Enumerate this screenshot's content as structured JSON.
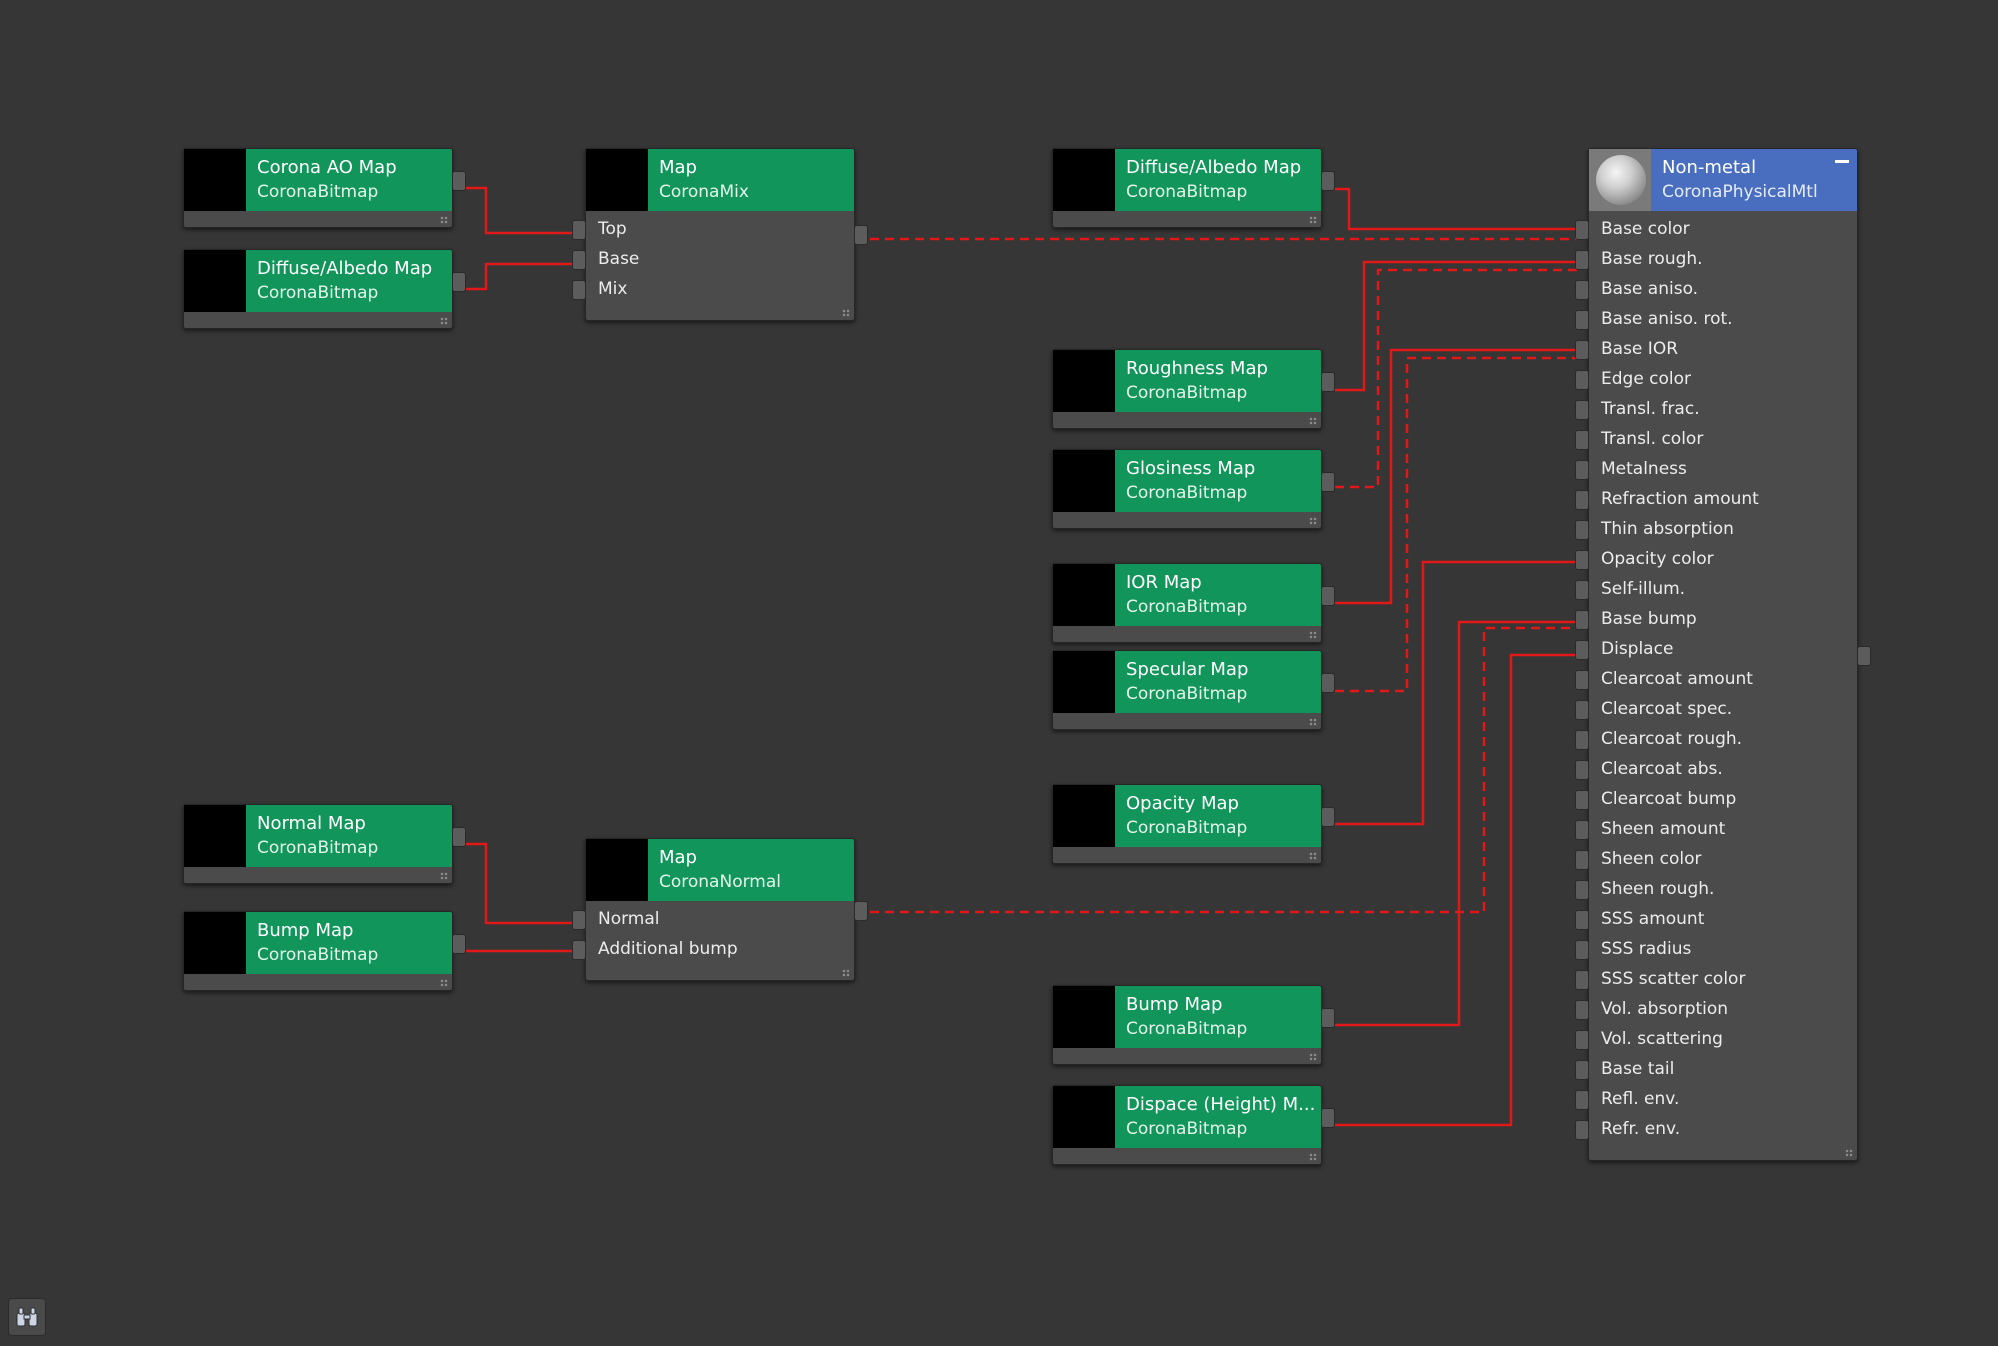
{
  "nodes": {
    "ao_map": {
      "title": "Corona AO Map",
      "subtitle": "CoronaBitmap"
    },
    "diffuse_left": {
      "title": "Diffuse/Albedo Map",
      "subtitle": "CoronaBitmap"
    },
    "mix_map": {
      "title": "Map",
      "subtitle": "CoronaMix",
      "inputs": [
        "Top",
        "Base",
        "Mix"
      ]
    },
    "normal_map": {
      "title": "Normal Map",
      "subtitle": "CoronaBitmap"
    },
    "bump_left": {
      "title": "Bump Map",
      "subtitle": "CoronaBitmap"
    },
    "normal_node": {
      "title": "Map",
      "subtitle": "CoronaNormal",
      "inputs": [
        "Normal",
        "Additional bump"
      ]
    },
    "diffuse_right": {
      "title": "Diffuse/Albedo Map",
      "subtitle": "CoronaBitmap"
    },
    "roughness": {
      "title": "Roughness Map",
      "subtitle": "CoronaBitmap"
    },
    "glossiness": {
      "title": "Glosiness Map",
      "subtitle": "CoronaBitmap"
    },
    "ior": {
      "title": "IOR Map",
      "subtitle": "CoronaBitmap"
    },
    "specular": {
      "title": "Specular Map",
      "subtitle": "CoronaBitmap"
    },
    "opacity": {
      "title": "Opacity Map",
      "subtitle": "CoronaBitmap"
    },
    "bump_right": {
      "title": "Bump Map",
      "subtitle": "CoronaBitmap"
    },
    "displace": {
      "title": "Dispace (Height) M...",
      "subtitle": "CoronaBitmap"
    },
    "material": {
      "title": "Non-metal",
      "subtitle": "CoronaPhysicalMtl",
      "inputs": [
        "Base color",
        "Base rough.",
        "Base aniso.",
        "Base aniso. rot.",
        "Base IOR",
        "Edge color",
        "Transl. frac.",
        "Transl. color",
        "Metalness",
        "Refraction amount",
        "Thin absorption",
        "Opacity color",
        "Self-illum.",
        "Base bump",
        "Displace",
        "Clearcoat amount",
        "Clearcoat spec.",
        "Clearcoat rough.",
        "Clearcoat abs.",
        "Clearcoat bump",
        "Sheen amount",
        "Sheen color",
        "Sheen rough.",
        "SSS amount",
        "SSS radius",
        "SSS scatter color",
        "Vol. absorption",
        "Vol. scattering",
        "Base tail",
        "Refl. env.",
        "Refr. env."
      ]
    }
  },
  "colors": {
    "background": "#363636",
    "map_header": "#12955a",
    "material_header": "#4a6ebf",
    "wire": "#e01818"
  },
  "icons": {
    "find_tool": "binoculars-icon"
  }
}
